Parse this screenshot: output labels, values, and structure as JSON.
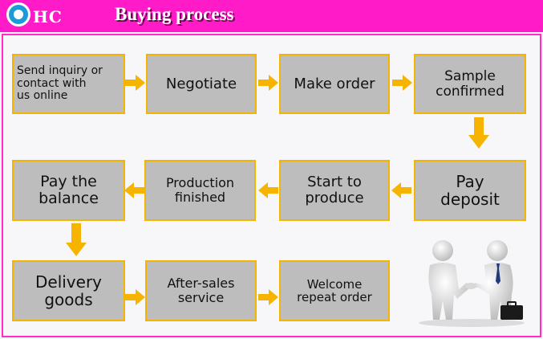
{
  "header": {
    "logo_text": "HC",
    "title": "Buying process"
  },
  "steps": [
    "Send inquiry or\ncontact with\nus online",
    "Negotiate",
    "Make order",
    "Sample\nconfirmed",
    "Pay\ndeposit",
    "Start to\nproduce",
    "Production\nfinished",
    "Pay the\nbalance",
    "Delivery\ngoods",
    "After-sales\nservice",
    "Welcome\nrepeat order"
  ],
  "colors": {
    "header": "#ff1cc8",
    "box_fill": "#bdbdbd",
    "box_border": "#f4b400",
    "arrow": "#f6b400"
  },
  "icons": [
    "handshake-figures-icon",
    "briefcase-icon"
  ]
}
